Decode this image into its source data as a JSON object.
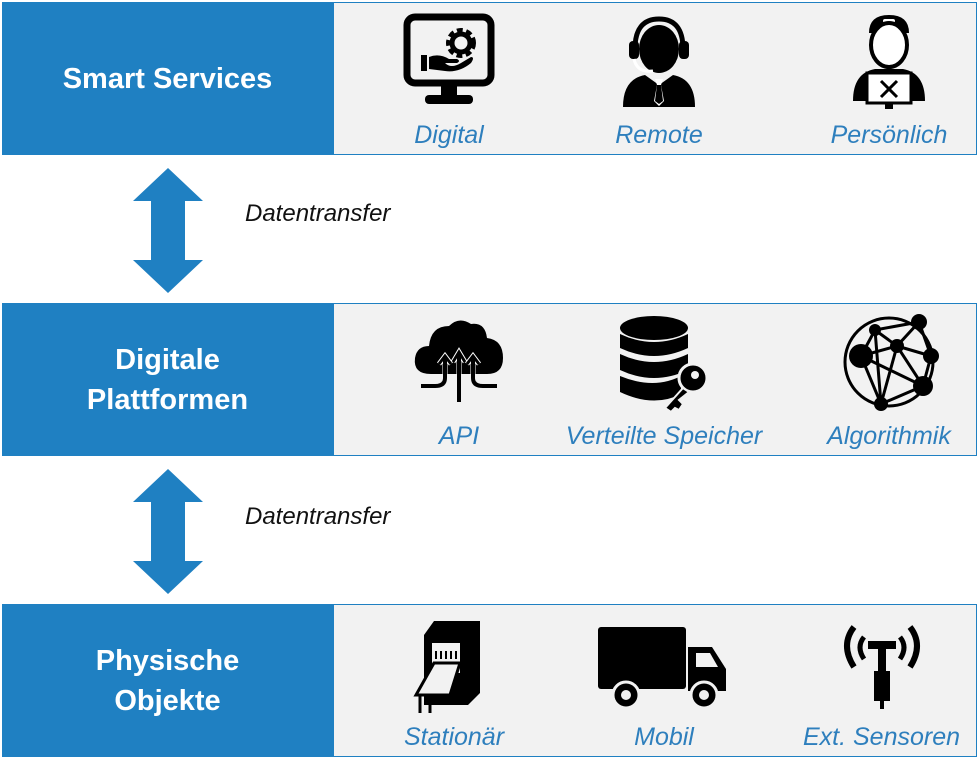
{
  "layers": [
    {
      "title": "Smart Services",
      "items": [
        {
          "label": "Digital",
          "icon": "monitor-gear-hand-icon"
        },
        {
          "label": "Remote",
          "icon": "headset-agent-icon"
        },
        {
          "label": "Persönlich",
          "icon": "technician-icon"
        }
      ]
    },
    {
      "title": "Digitale Plattformen",
      "items": [
        {
          "label": "API",
          "icon": "cloud-upload-icon"
        },
        {
          "label": "Verteilte Speicher",
          "icon": "database-key-icon"
        },
        {
          "label": "Algorithmik",
          "icon": "network-globe-icon"
        }
      ]
    },
    {
      "title": "Physische Objekte",
      "items": [
        {
          "label": "Stationär",
          "icon": "machine-conveyor-icon"
        },
        {
          "label": "Mobil",
          "icon": "truck-icon"
        },
        {
          "label": "Ext. Sensoren",
          "icon": "antenna-sensor-icon"
        }
      ]
    }
  ],
  "connectors": [
    {
      "label": "Datentransfer",
      "icon": "double-arrow-icon"
    },
    {
      "label": "Datentransfer",
      "icon": "double-arrow-icon"
    }
  ],
  "colors": {
    "primary": "#1f80c2",
    "panel": "#f2f2f2",
    "label": "#2e7fbd"
  }
}
